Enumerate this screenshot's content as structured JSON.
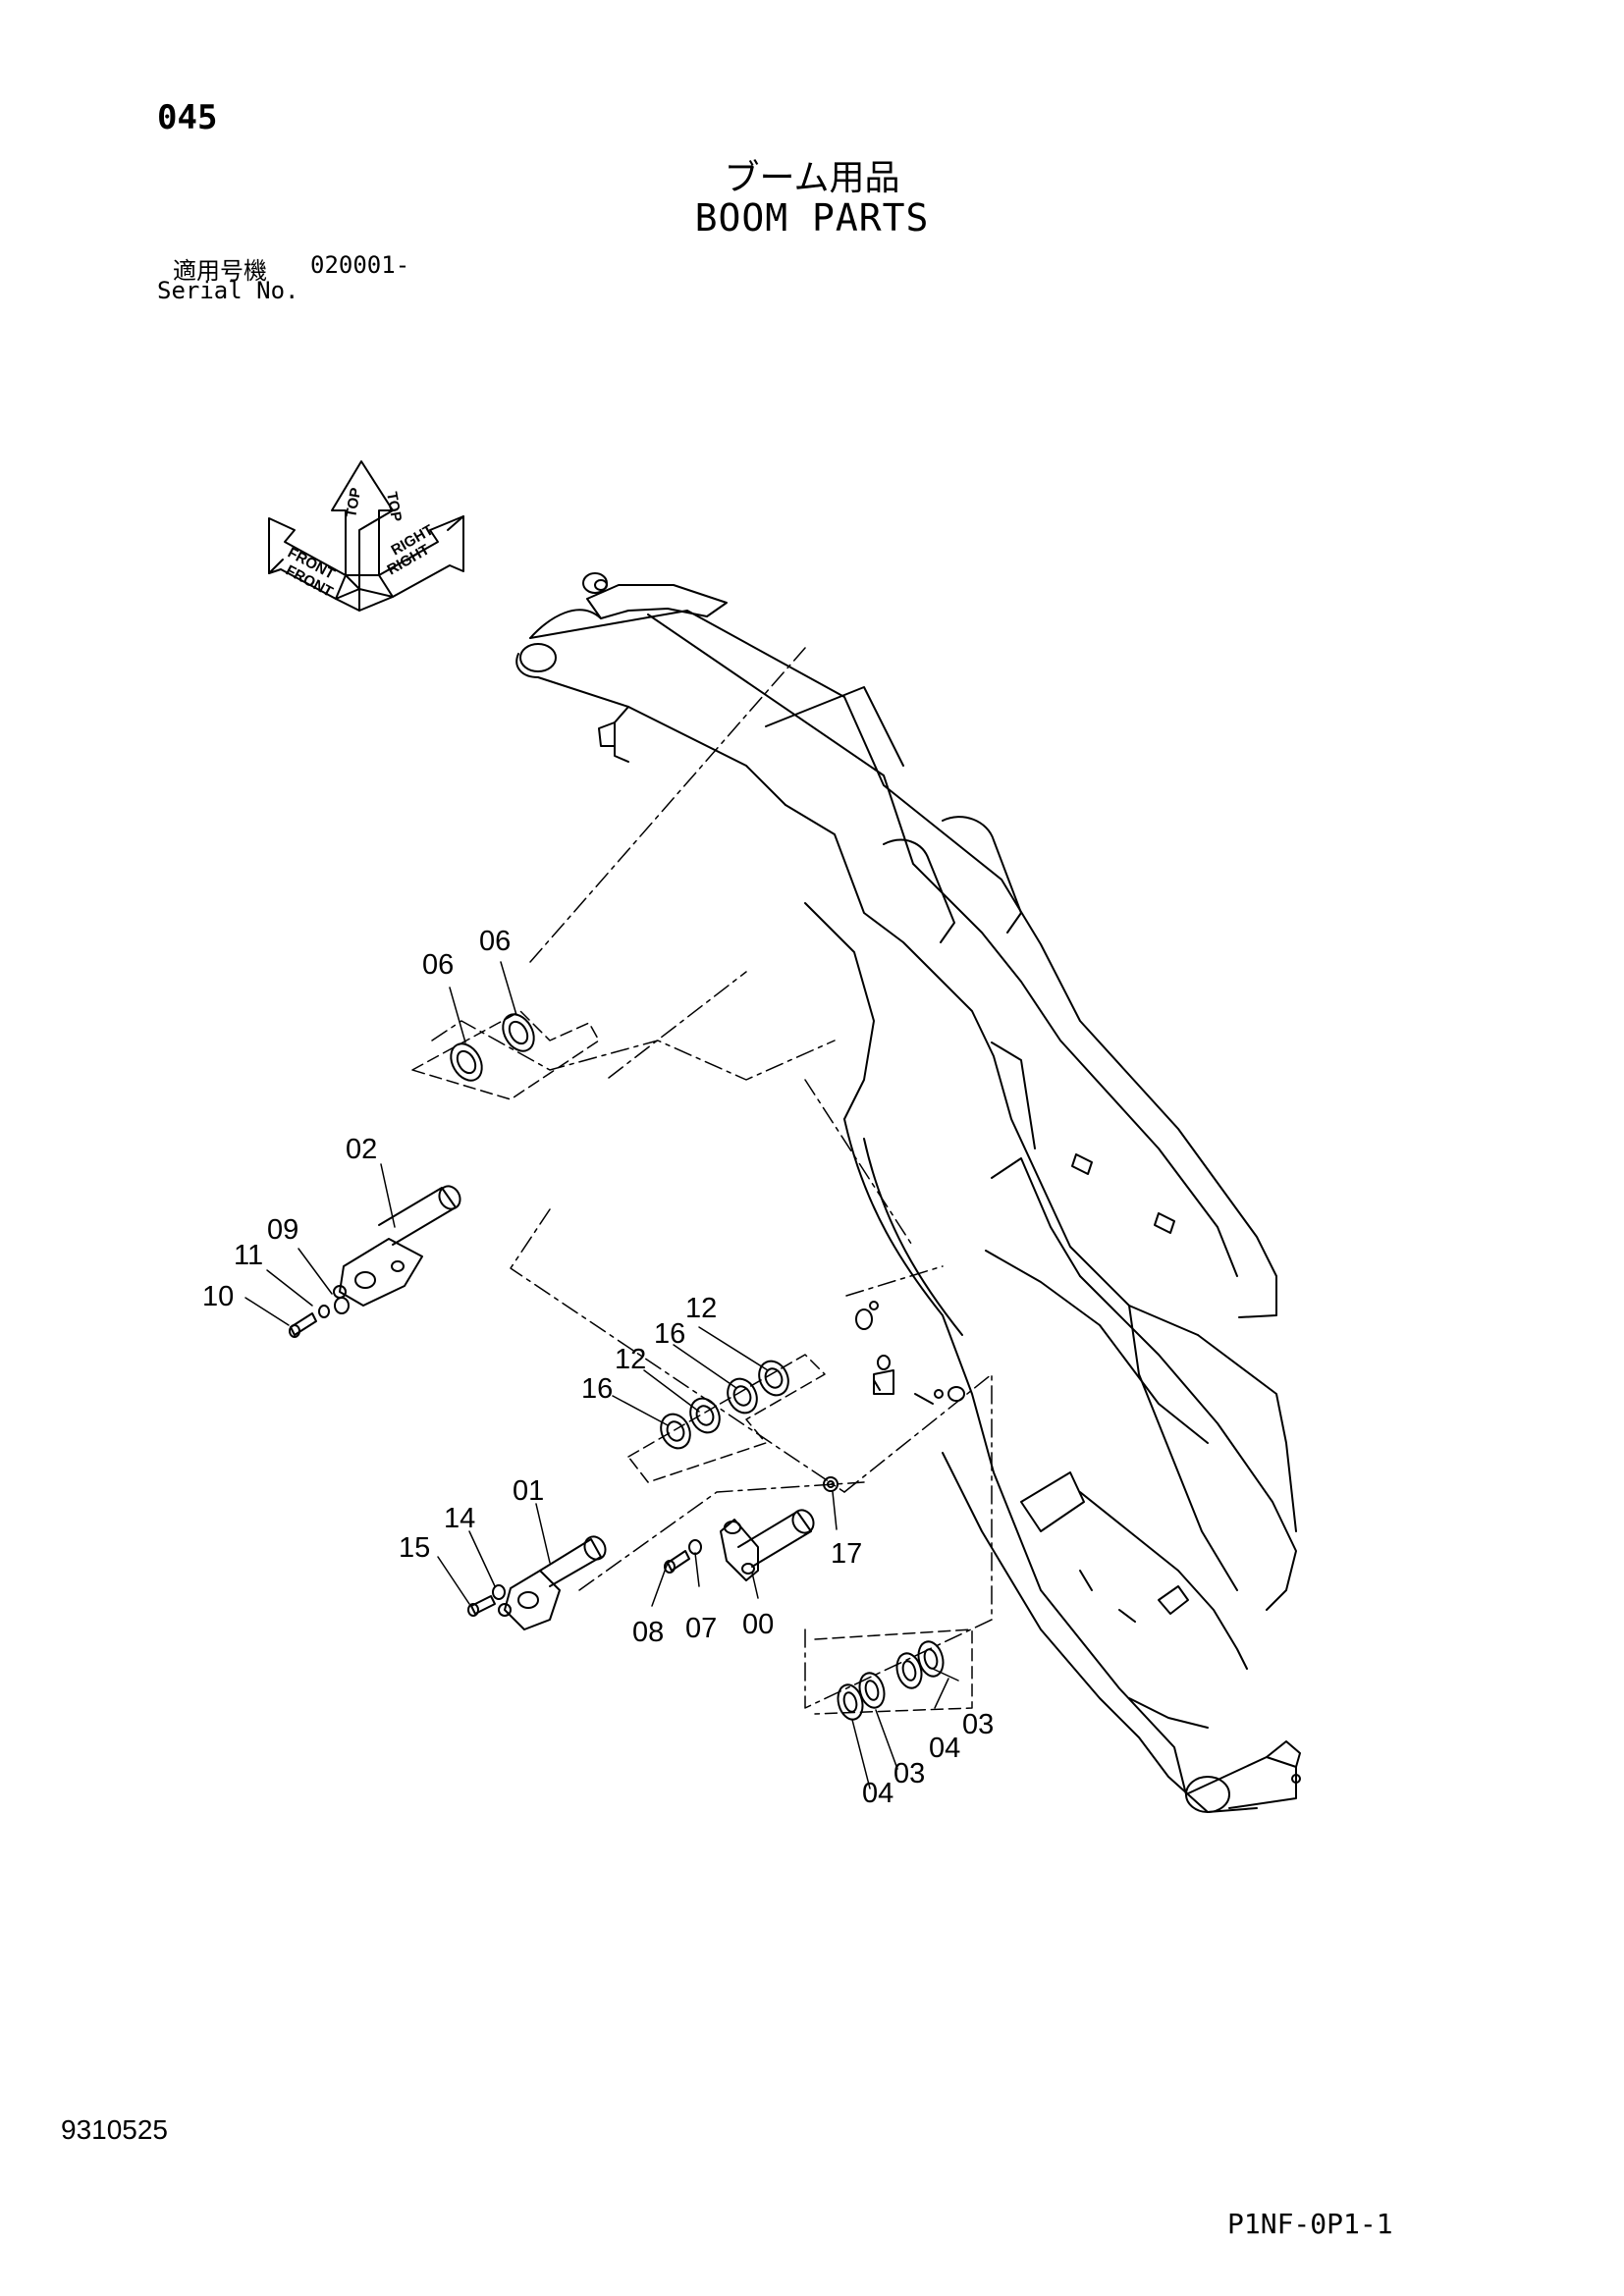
{
  "page": {
    "page_number": "045",
    "title_jp": "ブーム用品",
    "title_en": "BOOM PARTS",
    "serial_label_jp": "適用号機",
    "serial_value": "020001-",
    "serial_label_en": "Serial No.",
    "doc_number": "9310525",
    "drawing_code": "P1NF-0P1-1"
  },
  "orientation_icon": {
    "labels": [
      "FRONT",
      "FRONT",
      "TOP",
      "TOP",
      "RIGHT",
      "RIGHT"
    ]
  },
  "callouts": [
    "06",
    "06",
    "02",
    "09",
    "11",
    "10",
    "12",
    "16",
    "12",
    "16",
    "01",
    "14",
    "15",
    "08",
    "07",
    "00",
    "17",
    "03",
    "04",
    "03",
    "04"
  ]
}
